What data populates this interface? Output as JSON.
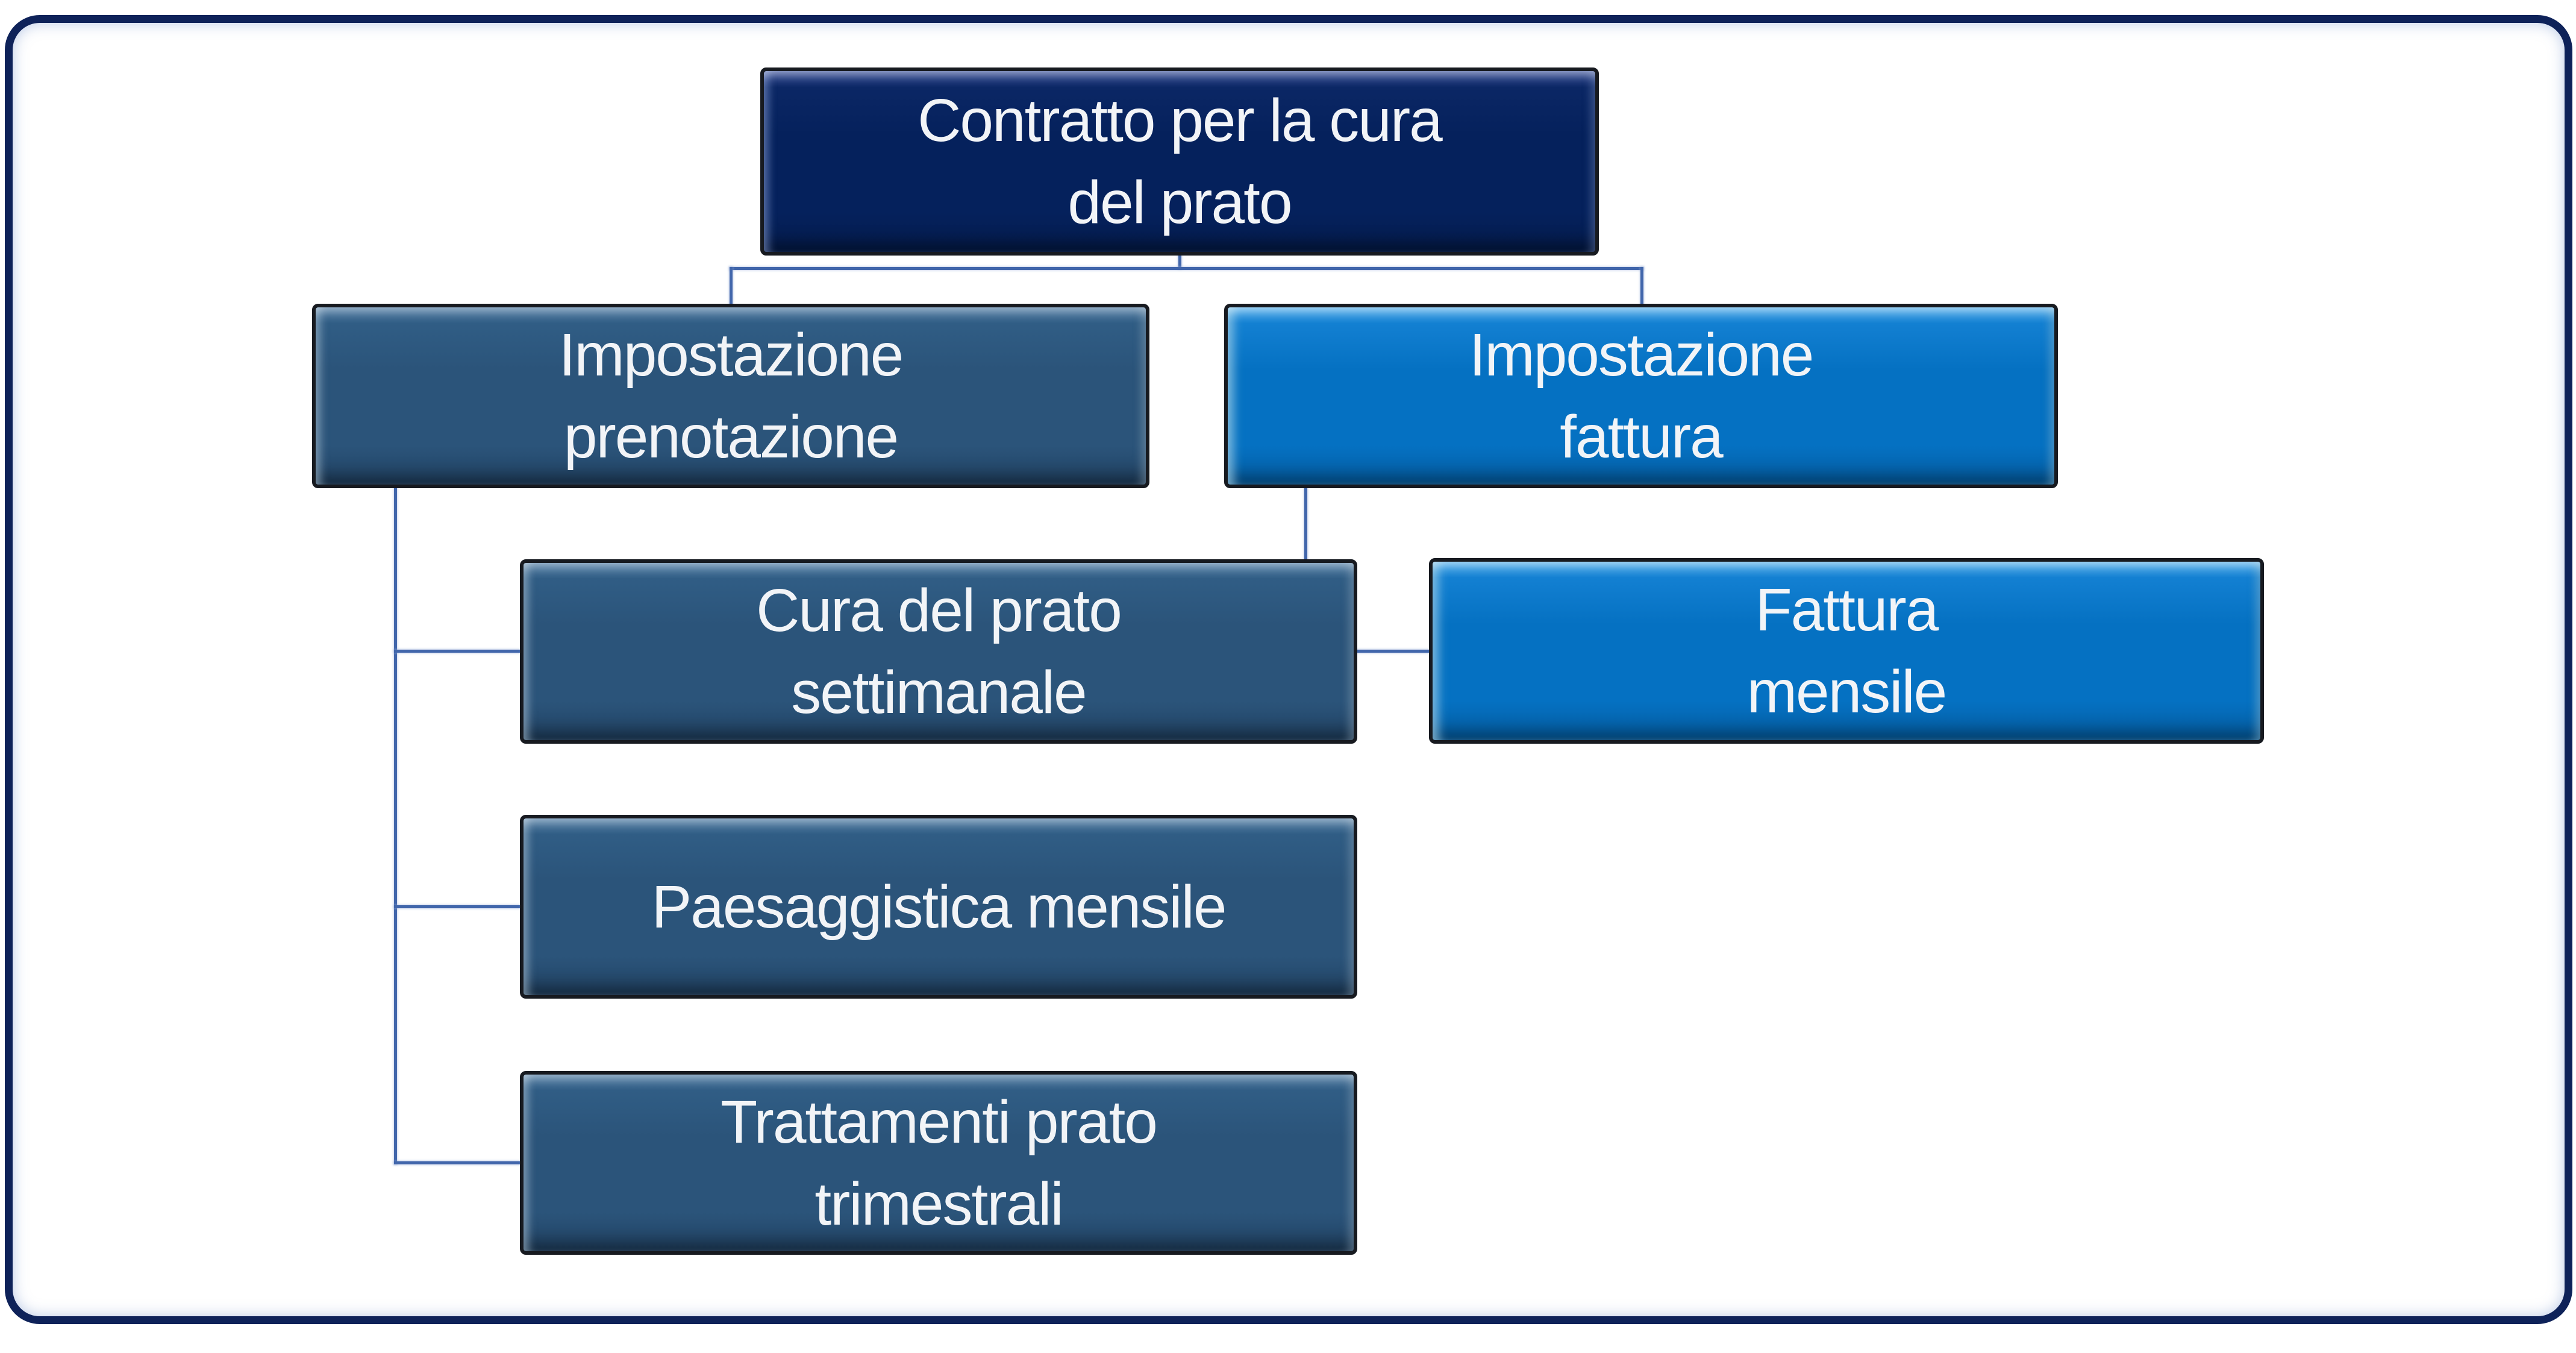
{
  "diagram": {
    "type": "hierarchy",
    "nodes": {
      "root": {
        "label": "Contratto per la cura\ndel prato",
        "fill": "#05215c"
      },
      "prenotazione": {
        "label": "Impostazione\nprenotazione",
        "fill": "#2b547a"
      },
      "fattura": {
        "label": "Impostazione\nfattura",
        "fill": "#0571c2"
      },
      "cura": {
        "label": "Cura del prato\nsettimanale",
        "fill": "#2b547a"
      },
      "fattura_mensile": {
        "label": "Fattura\nmensile",
        "fill": "#0571c2"
      },
      "paesaggistica": {
        "label": "Paesaggistica mensile",
        "fill": "#2b547a"
      },
      "trattamenti": {
        "label": "Trattamenti prato\ntrimestrali",
        "fill": "#2b547a"
      }
    },
    "edges": [
      {
        "from": "root",
        "to": "prenotazione"
      },
      {
        "from": "root",
        "to": "fattura"
      },
      {
        "from": "prenotazione",
        "to": "cura"
      },
      {
        "from": "prenotazione",
        "to": "paesaggistica"
      },
      {
        "from": "prenotazione",
        "to": "trattamenti"
      },
      {
        "from": "fattura",
        "to": "fattura_mensile"
      }
    ]
  },
  "colors": {
    "background": "#ffffff",
    "frame_border": "#0e2259",
    "connector": "#4166ab",
    "node_outline": "#171a20",
    "text": "#f2f4f7"
  }
}
